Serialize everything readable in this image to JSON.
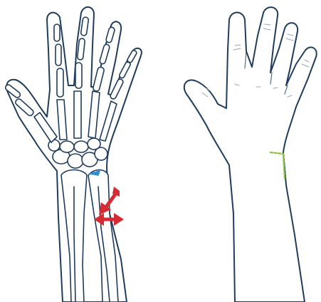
{
  "figure": {
    "left_panel": "x-ray-hand-with-distal-radius-fracture",
    "right_panel": "hand-surface-with-incision-mark"
  },
  "colors": {
    "outline": "#1f3c5c",
    "arrow": "#d62a35",
    "fracture_mark": "#2b8fd1",
    "incision": "#8cc63f"
  },
  "icons": {
    "compression_arrow": "down-left-arrow",
    "displacement_arrow": "left-right-double-arrow"
  }
}
